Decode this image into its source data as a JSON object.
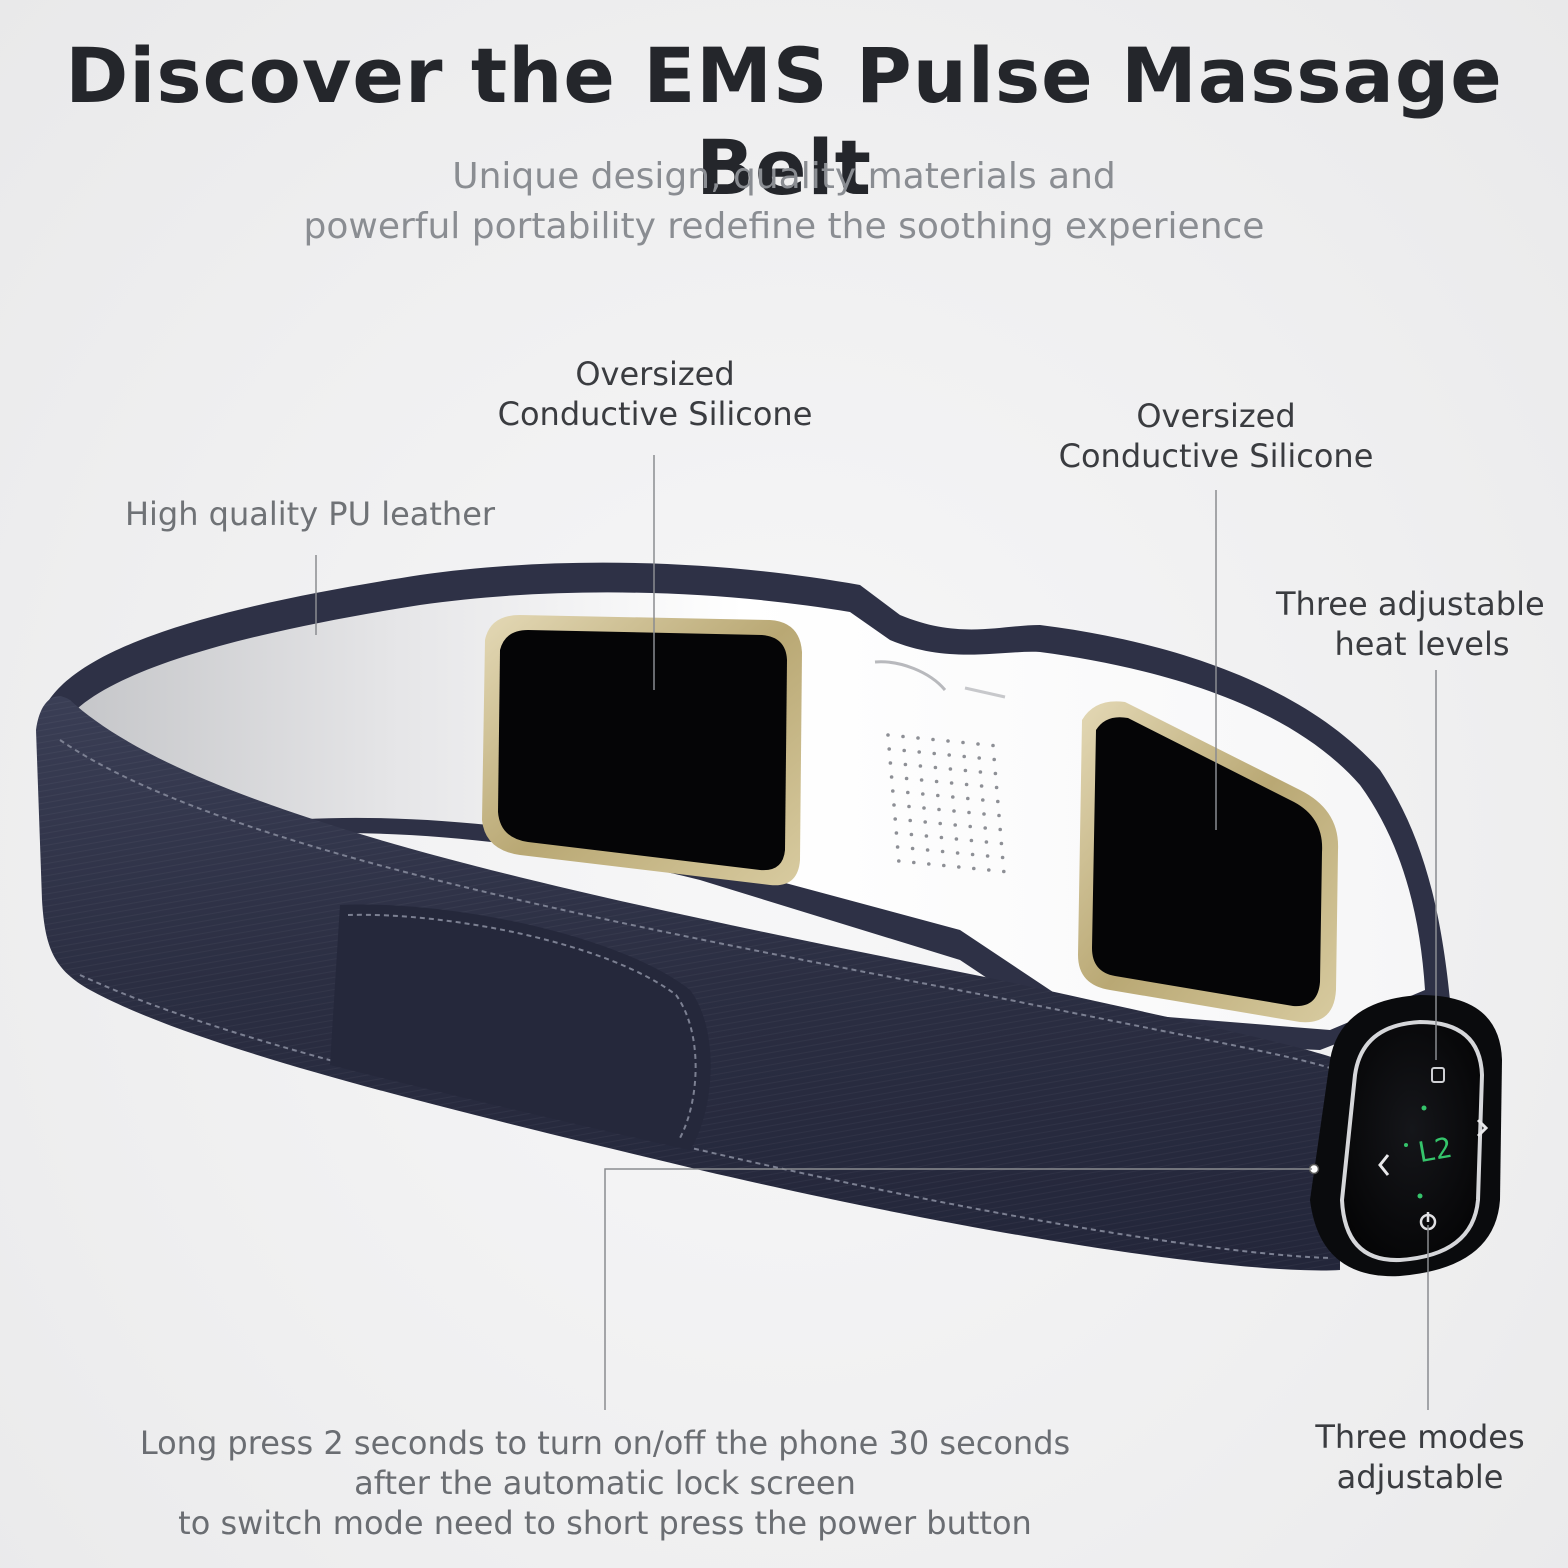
{
  "header": {
    "title": "Discover the EMS Pulse Massage Belt",
    "subtitle_line1": "Unique design, quality materials and",
    "subtitle_line2": "powerful portability redefine the soothing experience"
  },
  "callouts": {
    "pad_left_line1": "Oversized",
    "pad_left_line2": "Conductive Silicone",
    "pad_right_line1": "Oversized",
    "pad_right_line2": "Conductive Silicone",
    "leather": "High quality PU leather",
    "heat_line1": "Three adjustable",
    "heat_line2": "heat levels",
    "modes_line1": "Three modes",
    "modes_line2": "adjustable"
  },
  "bottom_note": {
    "line1": "Long press 2 seconds to turn on/off the phone 30 seconds",
    "line2": "after the automatic lock screen",
    "line3": "to switch mode need to short press the power button"
  },
  "display": {
    "readout": "L2"
  },
  "colors": {
    "belt_navy": "#2c2f43",
    "pad_gold": "#c9b98a",
    "led_green": "#35c46b"
  }
}
